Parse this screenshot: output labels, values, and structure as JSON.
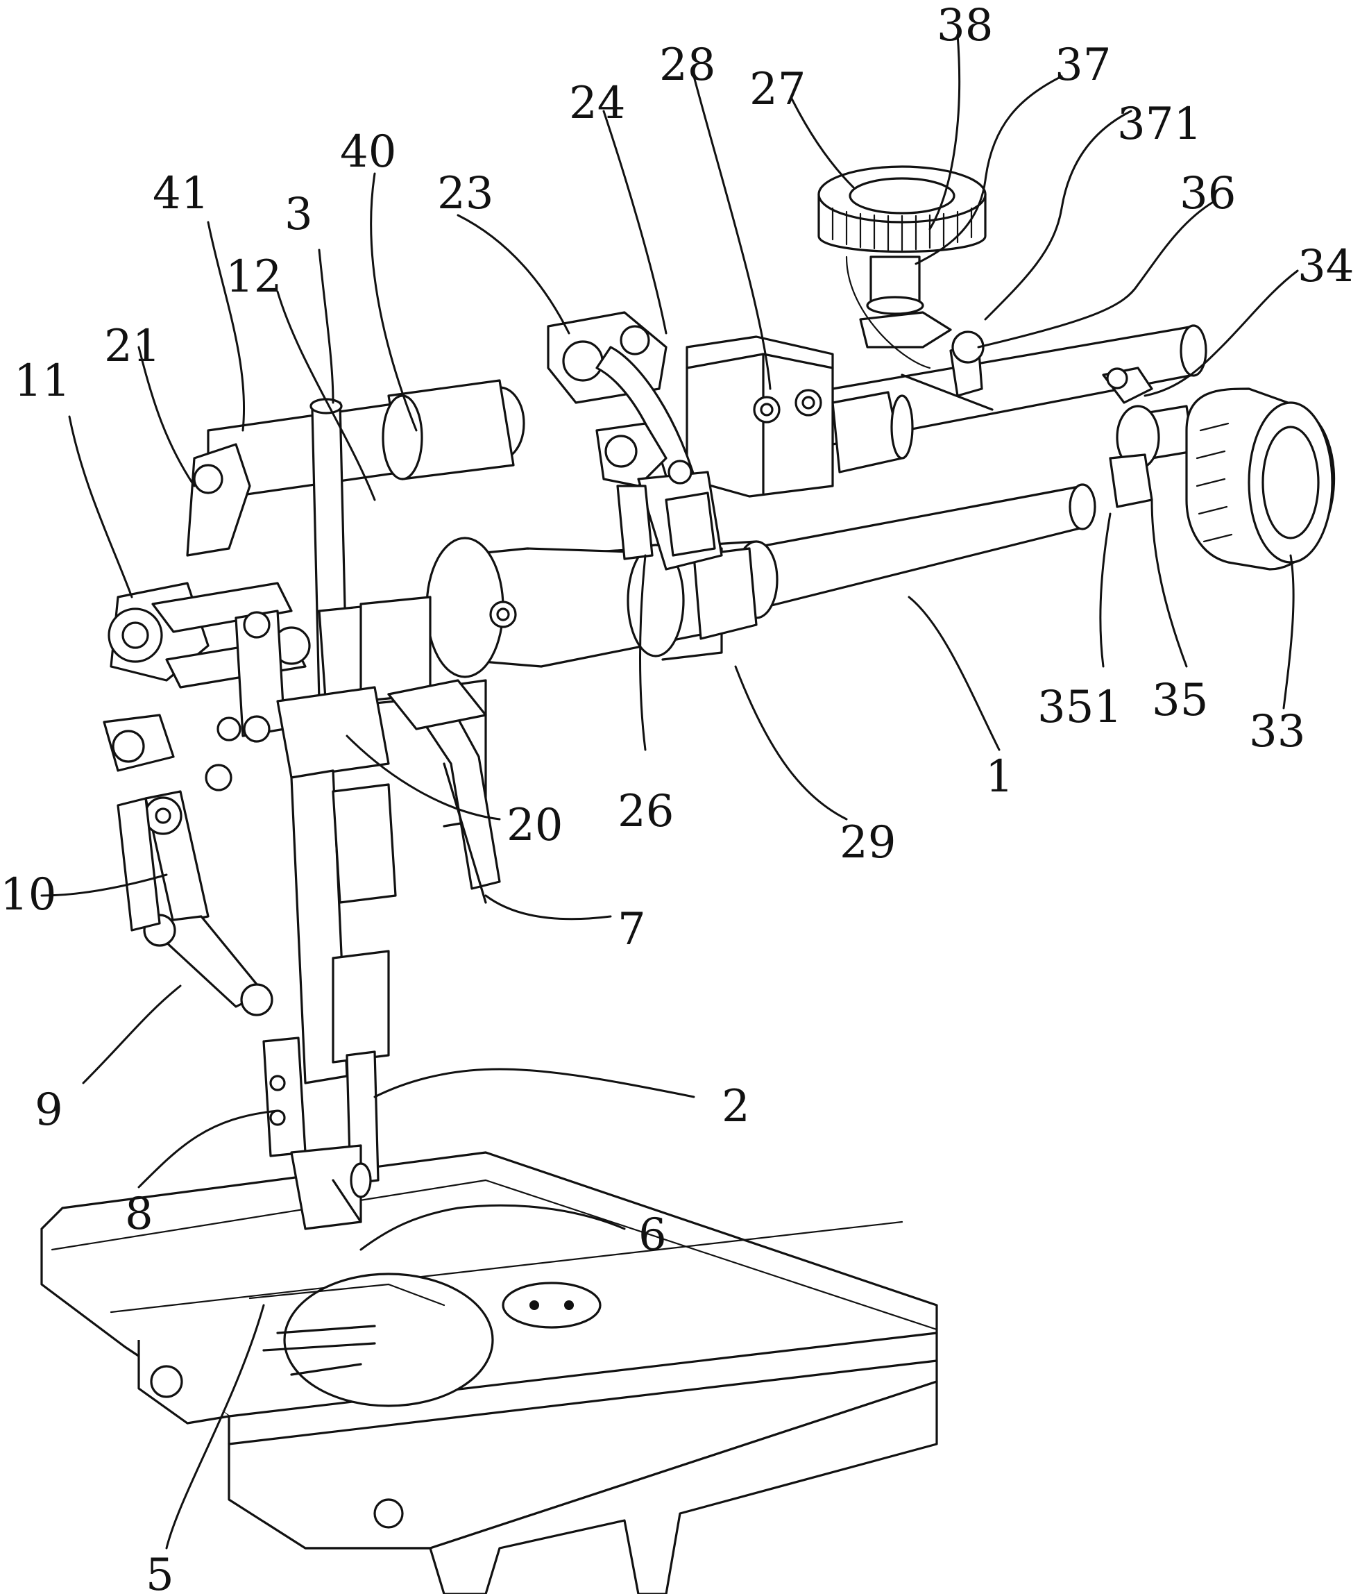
{
  "figure": {
    "colors": {
      "ink": "#111111",
      "paper": "#ffffff"
    },
    "labels": [
      {
        "id": "l38",
        "text": "38"
      },
      {
        "id": "l37",
        "text": "37"
      },
      {
        "id": "l28",
        "text": "28"
      },
      {
        "id": "l27",
        "text": "27"
      },
      {
        "id": "l371",
        "text": "371"
      },
      {
        "id": "l24",
        "text": "24"
      },
      {
        "id": "l36",
        "text": "36"
      },
      {
        "id": "l40",
        "text": "40"
      },
      {
        "id": "l34",
        "text": "34"
      },
      {
        "id": "l41",
        "text": "41"
      },
      {
        "id": "l23",
        "text": "23"
      },
      {
        "id": "l3",
        "text": "3"
      },
      {
        "id": "l12",
        "text": "12"
      },
      {
        "id": "l21",
        "text": "21"
      },
      {
        "id": "l11",
        "text": "11"
      },
      {
        "id": "l351",
        "text": "351"
      },
      {
        "id": "l35",
        "text": "35"
      },
      {
        "id": "l33",
        "text": "33"
      },
      {
        "id": "l1",
        "text": "1"
      },
      {
        "id": "l26",
        "text": "26"
      },
      {
        "id": "l20",
        "text": "20"
      },
      {
        "id": "l29",
        "text": "29"
      },
      {
        "id": "l10",
        "text": "10"
      },
      {
        "id": "l7",
        "text": "7"
      },
      {
        "id": "l9",
        "text": "9"
      },
      {
        "id": "l2",
        "text": "2"
      },
      {
        "id": "l8",
        "text": "8"
      },
      {
        "id": "l6",
        "text": "6"
      },
      {
        "id": "l5",
        "text": "5"
      }
    ]
  }
}
